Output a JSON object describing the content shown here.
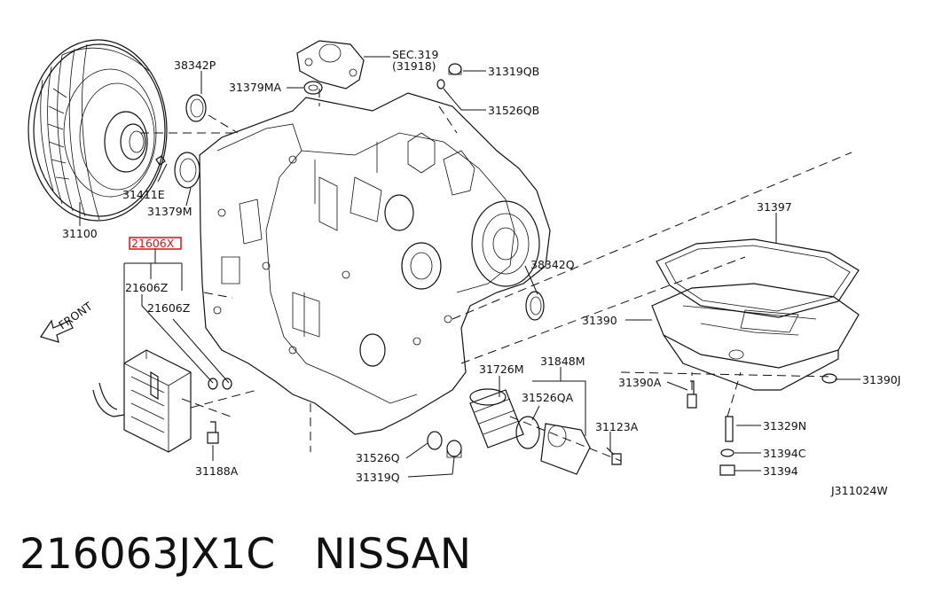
{
  "labels": {
    "sec319_a": "SEC.319",
    "sec319_b": "(31918)",
    "p38342P": "38342P",
    "p31379MA": "31379MA",
    "p31319QB": "31319QB",
    "p31526QB": "31526QB",
    "p31411E": "31411E",
    "p31379M": "31379M",
    "p31100": "31100",
    "p21606X": "21606X",
    "p21606Z_a": "21606Z",
    "p21606Z_b": "21606Z",
    "front": "FRONT",
    "p38342Q": "38342Q",
    "p31397": "31397",
    "p31390": "31390",
    "p31726M": "31726M",
    "p31848M": "31848M",
    "p31526QA": "31526QA",
    "p31390A": "31390A",
    "p31390J": "31390J",
    "p31123A": "31123A",
    "p31329N": "31329N",
    "p31526Q": "31526Q",
    "p31319Q": "31319Q",
    "p31394C": "31394C",
    "p31394": "31394",
    "p31188A": "31188A",
    "ref": "J311024W"
  },
  "footer": {
    "part_number": "216063JX1C",
    "brand": "NISSAN"
  },
  "colors": {
    "line": "#111111",
    "highlight": "#d7151b",
    "background": "#ffffff"
  }
}
